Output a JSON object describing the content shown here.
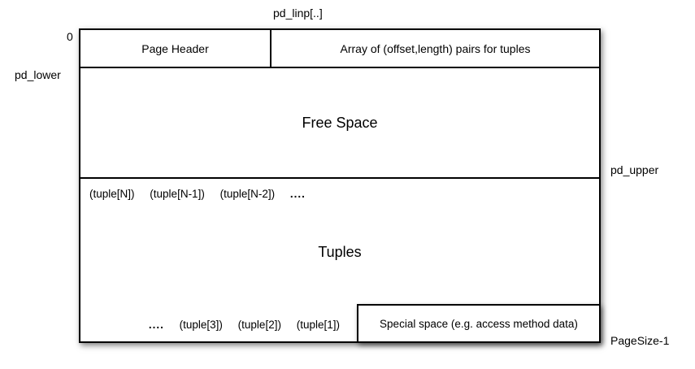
{
  "labels": {
    "pd_linp": "pd_linp[..]",
    "zero": "0",
    "pd_lower": "pd_lower",
    "pd_upper": "pd_upper",
    "pagesize_minus_1": "PageSize-1"
  },
  "page": {
    "header": {
      "page_header": "Page Header",
      "linp_array": "Array of (offset,length) pairs for tuples"
    },
    "free_space": "Free Space",
    "tuples": {
      "title": "Tuples",
      "top_row": [
        "(tuple[N])",
        "(tuple[N-1])",
        "(tuple[N-2])",
        "...."
      ],
      "bottom_row": [
        "....",
        "(tuple[3])",
        "(tuple[2])",
        "(tuple[1])"
      ]
    },
    "special_space": "Special space (e.g. access method data)"
  },
  "colors": {
    "border": "#000000",
    "background": "#ffffff",
    "text": "#000000"
  }
}
